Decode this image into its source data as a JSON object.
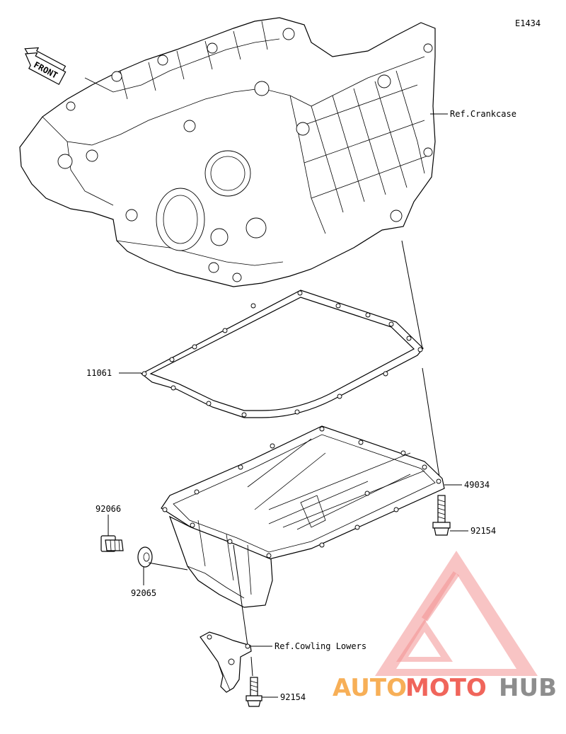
{
  "diagram": {
    "code": "E1434",
    "front_label": "FRONT",
    "refs": {
      "crankcase": "Ref.Crankcase",
      "cowling": "Ref.Cowling Lowers"
    },
    "parts": [
      {
        "key": "gasket",
        "number": "11061"
      },
      {
        "key": "oil_pan",
        "number": "49034"
      },
      {
        "key": "bolt_upper",
        "number": "92154"
      },
      {
        "key": "drain_plug",
        "number": "92066"
      },
      {
        "key": "washer",
        "number": "92065"
      },
      {
        "key": "bolt_lower",
        "number": "92154"
      }
    ]
  },
  "watermark": {
    "part1": "AUTO",
    "part2": "MOTO",
    "part3": "HUB",
    "colors": {
      "orange": "#f6a23a",
      "red": "#ee4b3f",
      "gray": "#7a7a7a",
      "triangle": "#f08080"
    }
  }
}
